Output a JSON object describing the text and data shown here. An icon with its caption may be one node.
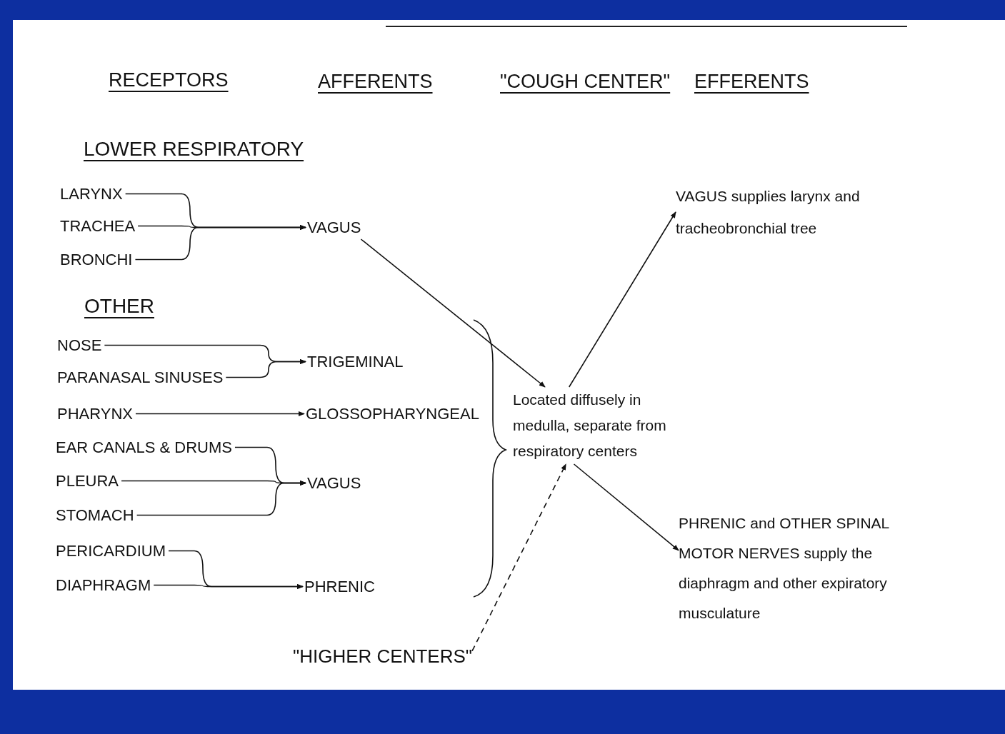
{
  "diagram": {
    "nodes": [
      {
        "text": [
          "LARYNX"
        ]
      },
      {
        "text": [
          "TRACHEA"
        ]
      },
      {
        "text": [
          "BRONCHI"
        ]
      },
      {
        "text": [
          "VAGUS"
        ]
      },
      {
        "text": [
          "NOSE"
        ]
      },
      {
        "text": [
          "PARANASAL SINUSES"
        ]
      },
      {
        "text": [
          "TRIGEMINAL"
        ]
      },
      {
        "text": [
          "PHARYNX"
        ]
      },
      {
        "text": [
          "GLOSSOPHARYNGEAL"
        ]
      },
      {
        "text": [
          "EAR CANALS & DRUMS"
        ]
      },
      {
        "text": [
          "PLEURA"
        ]
      },
      {
        "text": [
          "STOMACH"
        ]
      },
      {
        "text": [
          "VAGUS"
        ]
      },
      {
        "text": [
          "PERICARDIUM"
        ]
      },
      {
        "text": [
          "DIAPHRAGM"
        ]
      },
      {
        "text": [
          "PHRENIC"
        ]
      },
      {
        "text": [
          "Located diffusely in medulla, separate from respiratory centers"
        ]
      },
      {
        "text": [
          "VAGUS supplies larynx and tracheobronchial tree"
        ]
      },
      {
        "text": [
          "PHRENIC and OTHER SPINAL MOTOR NERVES supply the diaphragm and other expiratory musculature"
        ]
      },
      {
        "text": [
          "\"HIGHER CENTERS\""
        ]
      }
    ],
    "edges": [
      {
        "from": 0,
        "to": 3,
        "arrow": "to"
      },
      {
        "from": 1,
        "to": 3,
        "arrow": "to"
      },
      {
        "from": 2,
        "to": 3,
        "arrow": "to"
      },
      {
        "from": 4,
        "to": 6,
        "arrow": "to"
      },
      {
        "from": 5,
        "to": 6,
        "arrow": "to"
      },
      {
        "from": 7,
        "to": 8,
        "arrow": "to"
      },
      {
        "from": 9,
        "to": 12,
        "arrow": "to"
      },
      {
        "from": 10,
        "to": 12,
        "arrow": "to"
      },
      {
        "from": 11,
        "to": 12,
        "arrow": "to"
      },
      {
        "from": 13,
        "to": 15,
        "arrow": "to"
      },
      {
        "from": 14,
        "to": 15,
        "arrow": "to"
      },
      {
        "from": 3,
        "to": 16,
        "arrow": "to"
      },
      {
        "from": 16,
        "to": 17,
        "arrow": "to"
      },
      {
        "from": 16,
        "to": 18,
        "arrow": "to"
      },
      {
        "from": 19,
        "to": 16,
        "arrow": "to",
        "style": "dashed"
      }
    ],
    "labels": [
      "RECEPTORS",
      "AFFERENTS",
      "\"COUGH CENTER\"",
      "EFFERENTS",
      "LOWER RESPIRATORY",
      "OTHER"
    ]
  }
}
